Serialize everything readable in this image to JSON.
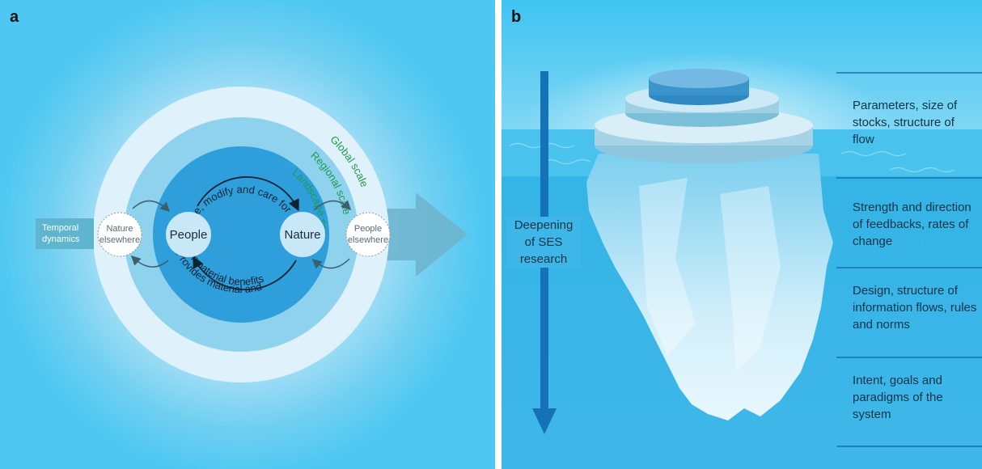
{
  "panel_a": {
    "label": "a",
    "scales": {
      "global": "Global scale",
      "regional": "Regional scale",
      "landscape": "Landscape scale"
    },
    "nodes": {
      "people": "People",
      "nature": "Nature",
      "nature_elsewhere": [
        "Nature",
        "elsewhere"
      ],
      "people_elsewhere": [
        "People",
        "elsewhere"
      ]
    },
    "arrows": {
      "top": "Use, modify and care for",
      "bottom_line1": "Provides material and",
      "bottom_line2": "immaterial benefits"
    },
    "temporal": [
      "Temporal",
      "dynamics"
    ]
  },
  "panel_b": {
    "label": "b",
    "deepening": [
      "Deepening",
      "of SES",
      "research"
    ],
    "levels": [
      [
        "Parameters, size of",
        "stocks, structure of",
        "flow"
      ],
      [
        "Strength and direction",
        "of feedbacks, rates of",
        "change"
      ],
      [
        "Design, structure of",
        "information flows, rules",
        "and norms"
      ],
      [
        "Intent, goals and",
        "paradigms of the",
        "system"
      ]
    ]
  },
  "colors": {
    "panel_a_bg": "#4ec8f2",
    "panel_b_bg": "#45c5f1",
    "scale_text": "#1f9a4a",
    "dark_arrow": "#1572b6"
  }
}
